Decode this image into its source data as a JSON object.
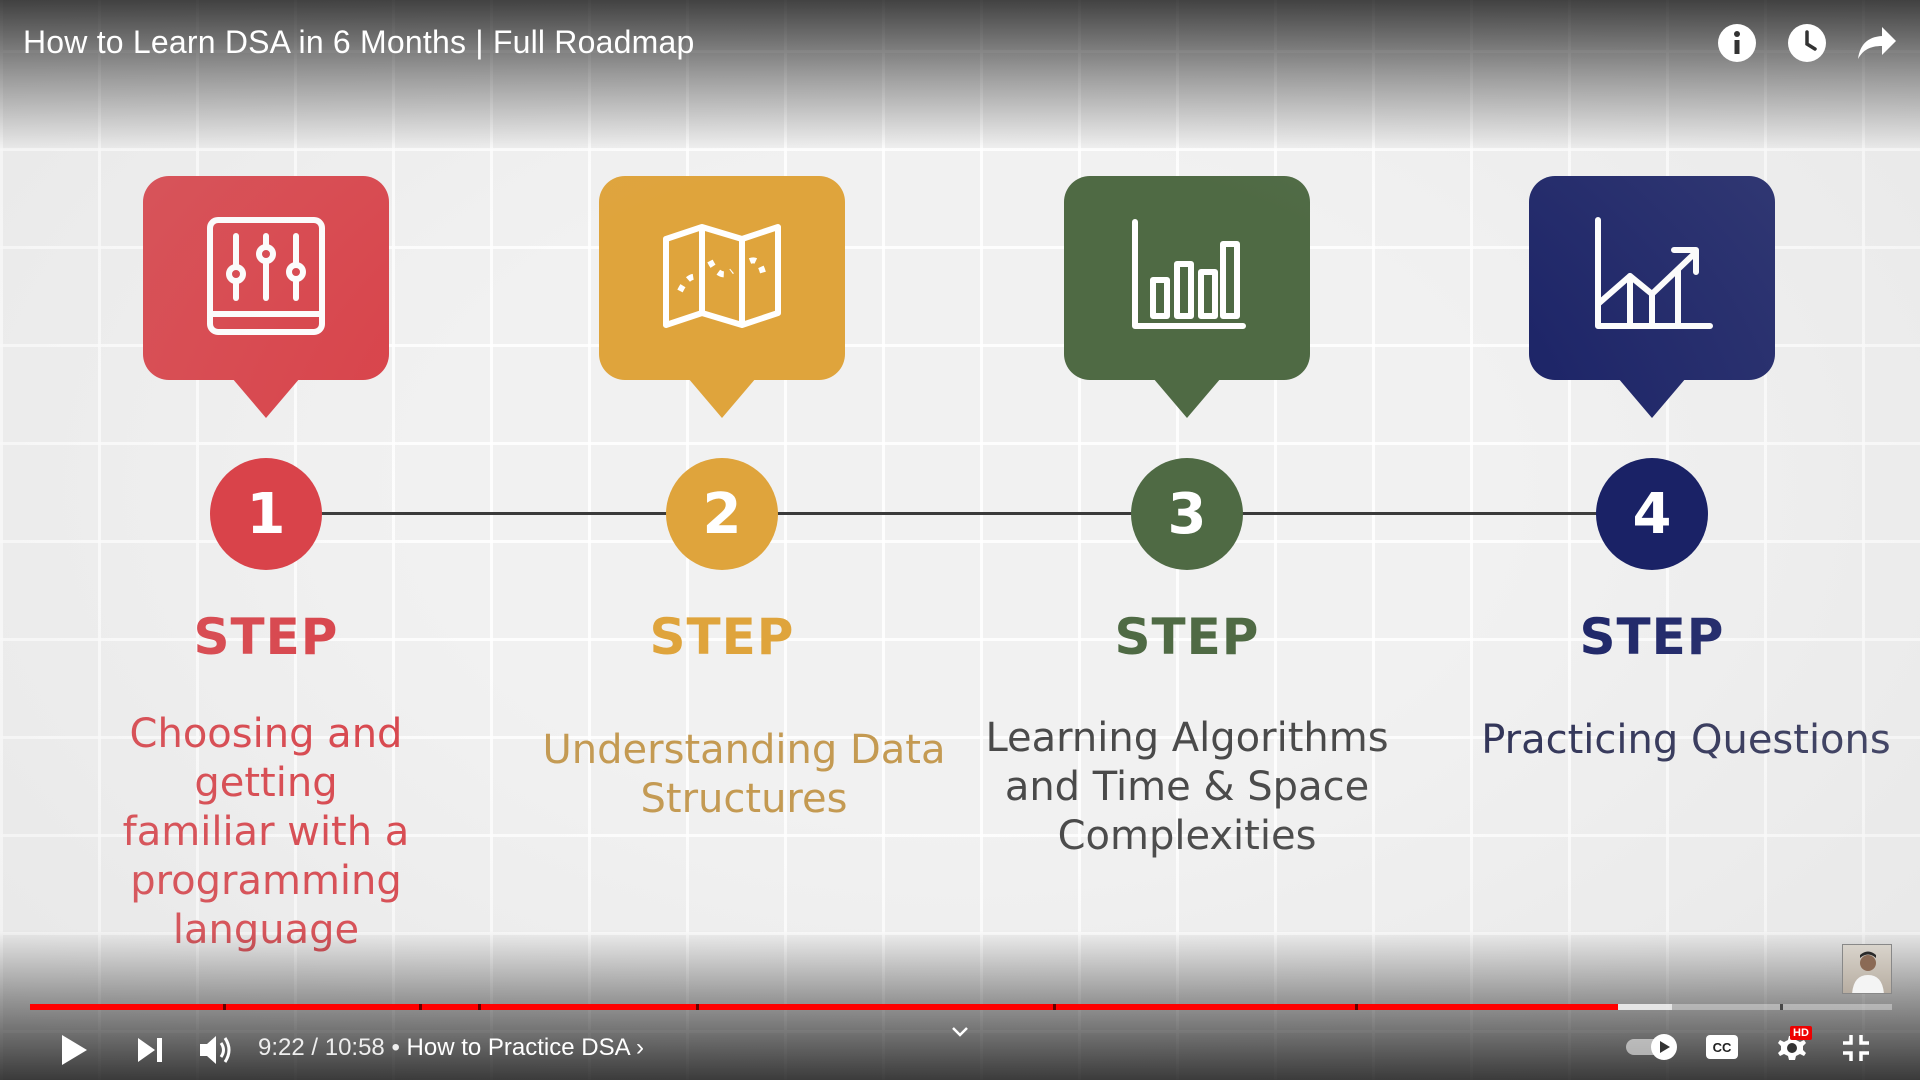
{
  "video": {
    "title": "How to Learn DSA in 6 Months | Full Roadmap",
    "top_icons": [
      "info-icon",
      "clock-icon",
      "share-icon"
    ]
  },
  "slide": {
    "connector_color": "#3a3a3a",
    "steps": [
      {
        "number": "1",
        "label": "STEP",
        "description": [
          "Choosing and getting",
          "familiar with a",
          "programming",
          "language"
        ],
        "color": "#d9434a",
        "icon": "sliders-icon"
      },
      {
        "number": "2",
        "label": "STEP",
        "description": [
          "Understanding Data",
          "Structures"
        ],
        "color": "#dfa43c",
        "icon": "map-icon"
      },
      {
        "number": "3",
        "label": "STEP",
        "description": [
          "Learning Algorithms",
          "and Time & Space",
          "Complexities"
        ],
        "color": "#4f6a44",
        "icon": "bar-chart-icon"
      },
      {
        "number": "4",
        "label": "STEP",
        "description": [
          "Practicing Questions"
        ],
        "color": "#1a2266",
        "icon": "growth-chart-icon"
      }
    ]
  },
  "player": {
    "current_time": "9:22",
    "duration": "10:58",
    "time_display": "9:22 / 10:58",
    "separator": "•",
    "chapter_title": "How to Practice DSA",
    "chapter_arrow": "›",
    "progress_fraction": 0.853,
    "buffered_fraction": 0.882,
    "played_color": "#ff0000",
    "quality_badge": "HD",
    "controls": [
      "play-icon",
      "next-icon",
      "volume-icon",
      "chevron-down-icon",
      "autoplay-toggle",
      "captions-icon",
      "settings-icon",
      "exit-fullscreen-icon"
    ]
  }
}
